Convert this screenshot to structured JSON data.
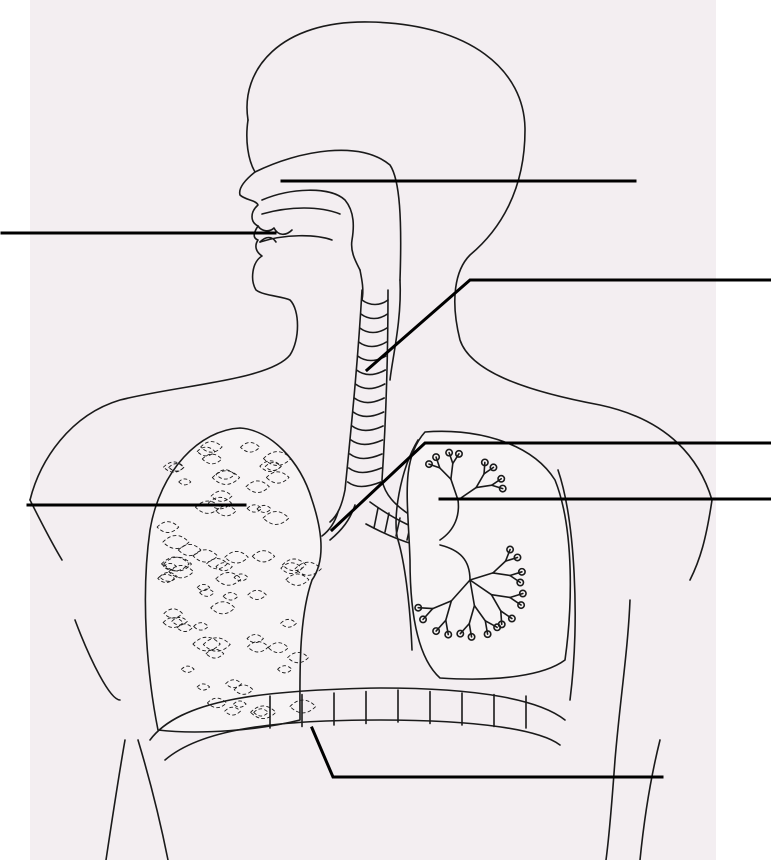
{
  "diagram": {
    "subject": "respiratory-system",
    "style": "line-drawing",
    "labels_text": [
      "",
      "",
      "",
      "",
      "",
      "",
      ""
    ],
    "leader_lines": [
      {
        "name": "label-line-nasal-cavity",
        "points_to": "nasal-cavity"
      },
      {
        "name": "label-line-mouth",
        "points_to": "mouth"
      },
      {
        "name": "label-line-trachea",
        "points_to": "trachea"
      },
      {
        "name": "label-line-bronchus",
        "points_to": "bronchus"
      },
      {
        "name": "label-line-bronchioles",
        "points_to": "bronchioles"
      },
      {
        "name": "label-line-lung",
        "points_to": "lung"
      },
      {
        "name": "label-line-diaphragm",
        "points_to": "diaphragm"
      }
    ]
  },
  "colors": {
    "paper": "#f3eef1",
    "ink": "#1a1a1a",
    "lung_fill": "#f7f4f5"
  }
}
